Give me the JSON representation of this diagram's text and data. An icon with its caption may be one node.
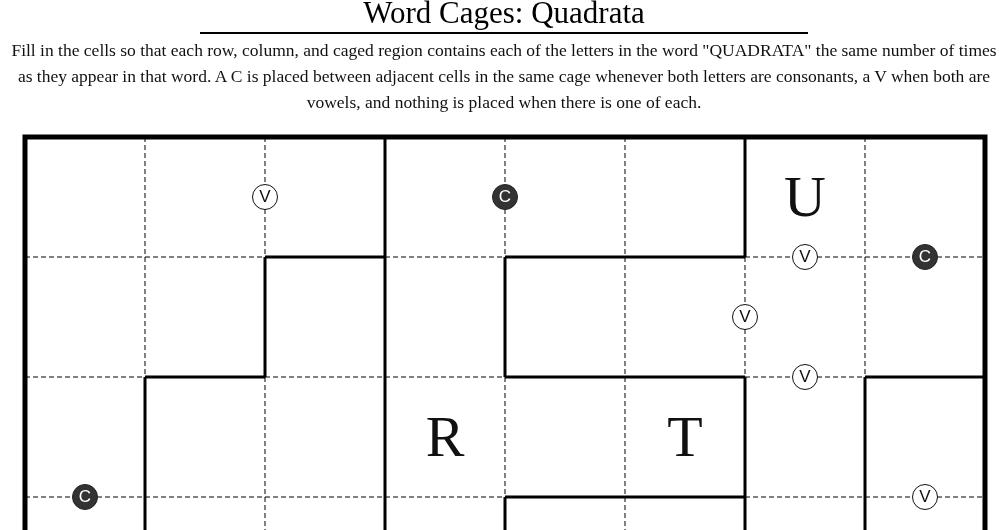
{
  "diagram": {
    "title": "Word Cages: Quadrata",
    "labels": [
      "Fill in the cells so that each row, column, and caged region contains each of the letters in the word \"QUADRATA\" the same number of times as they appear in that word. A C is placed between adjacent cells in the same cage whenever both letters are consonants, a V when both are vowels, and nothing is placed when there is one of each.",
      "V",
      "C",
      "U",
      "V",
      "C",
      "V",
      "V",
      "R",
      "T",
      "C",
      "V"
    ]
  }
}
